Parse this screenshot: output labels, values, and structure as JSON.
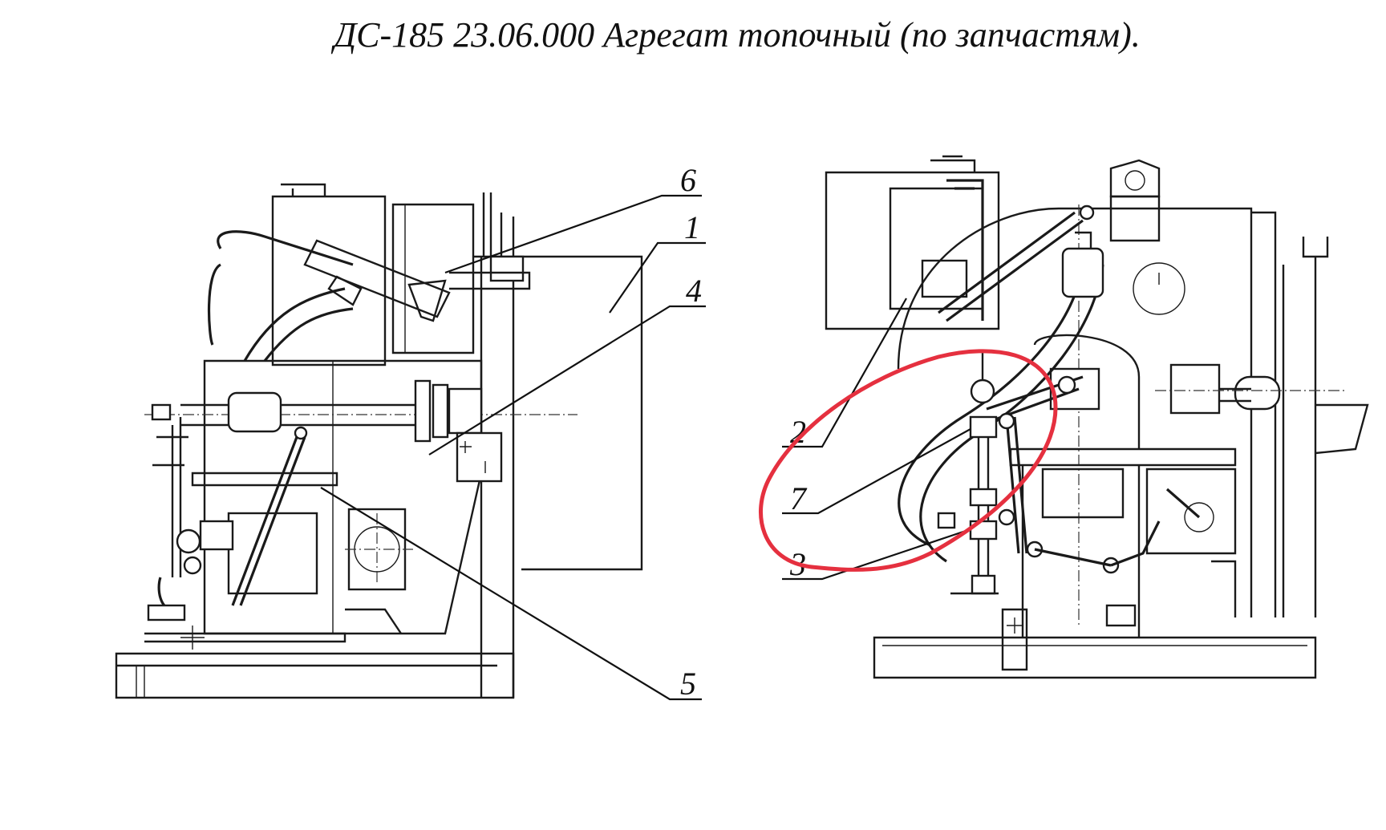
{
  "document": {
    "title": "ДС-185 23.06.000 Агрегат топочный (по запчастям)."
  },
  "callouts": {
    "c1": "1",
    "c2": "2",
    "c3": "3",
    "c4": "4",
    "c5": "5",
    "c6": "6",
    "c7": "7"
  },
  "annotation": {
    "highlight_color": "#e5303f"
  }
}
